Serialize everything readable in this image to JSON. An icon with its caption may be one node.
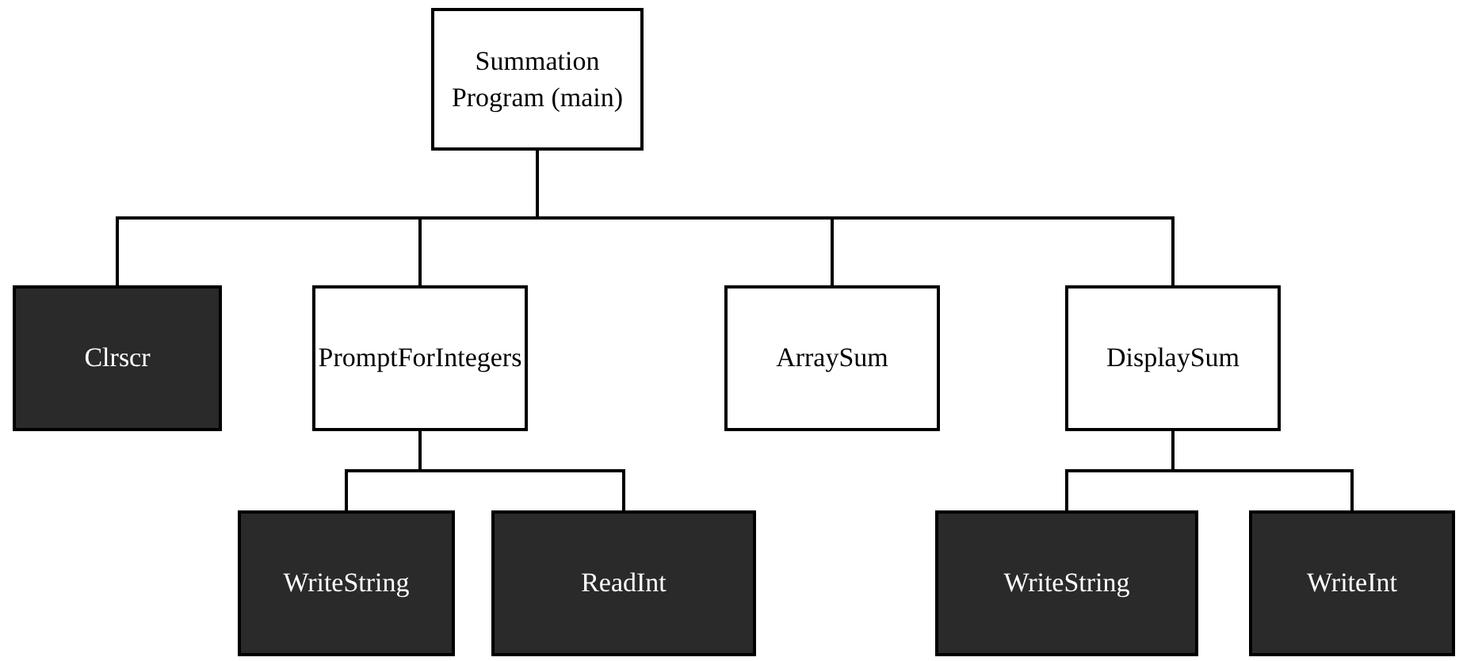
{
  "diagram": {
    "nodes": [
      {
        "text": [
          "Summation Program (main)"
        ]
      },
      {
        "text": [
          "Clrscr"
        ]
      },
      {
        "text": [
          "PromptForIntegers"
        ]
      },
      {
        "text": [
          "ArraySum"
        ]
      },
      {
        "text": [
          "DisplaySum"
        ]
      },
      {
        "text": [
          "WriteString"
        ]
      },
      {
        "text": [
          "ReadInt"
        ]
      },
      {
        "text": [
          "WriteString"
        ]
      },
      {
        "text": [
          "WriteInt"
        ]
      }
    ],
    "edges": [
      {
        "from": 0,
        "to": 1,
        "arrow": "none"
      },
      {
        "from": 0,
        "to": 2,
        "arrow": "none"
      },
      {
        "from": 0,
        "to": 3,
        "arrow": "none"
      },
      {
        "from": 0,
        "to": 4,
        "arrow": "none"
      },
      {
        "from": 2,
        "to": 5,
        "arrow": "none"
      },
      {
        "from": 2,
        "to": 6,
        "arrow": "none"
      },
      {
        "from": 4,
        "to": 7,
        "arrow": "none"
      },
      {
        "from": 4,
        "to": 8,
        "arrow": "none"
      }
    ]
  }
}
